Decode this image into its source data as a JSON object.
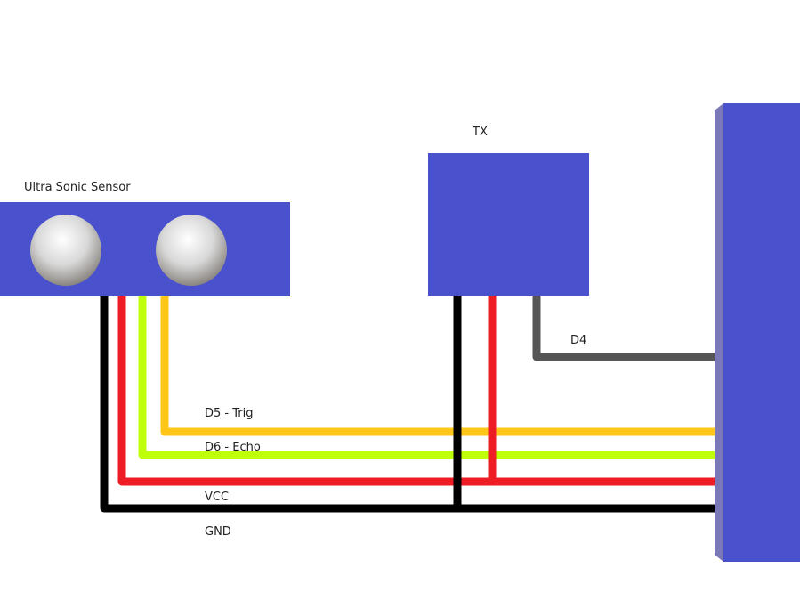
{
  "components": {
    "sensor": {
      "label": "Ultra Sonic Sensor"
    },
    "tx": {
      "label": "TX"
    },
    "board": {
      "label": ""
    }
  },
  "wires": [
    {
      "name": "D5 - Trig",
      "color": "#ffc61a"
    },
    {
      "name": "D6 - Echo",
      "color": "#bfff0a"
    },
    {
      "name": "VCC",
      "color": "#ee1c24"
    },
    {
      "name": "GND",
      "color": "#000000"
    },
    {
      "name": "D4",
      "color": "#555555"
    }
  ],
  "colors": {
    "component": "#4a51cc",
    "board_side": "#7a78b8"
  }
}
